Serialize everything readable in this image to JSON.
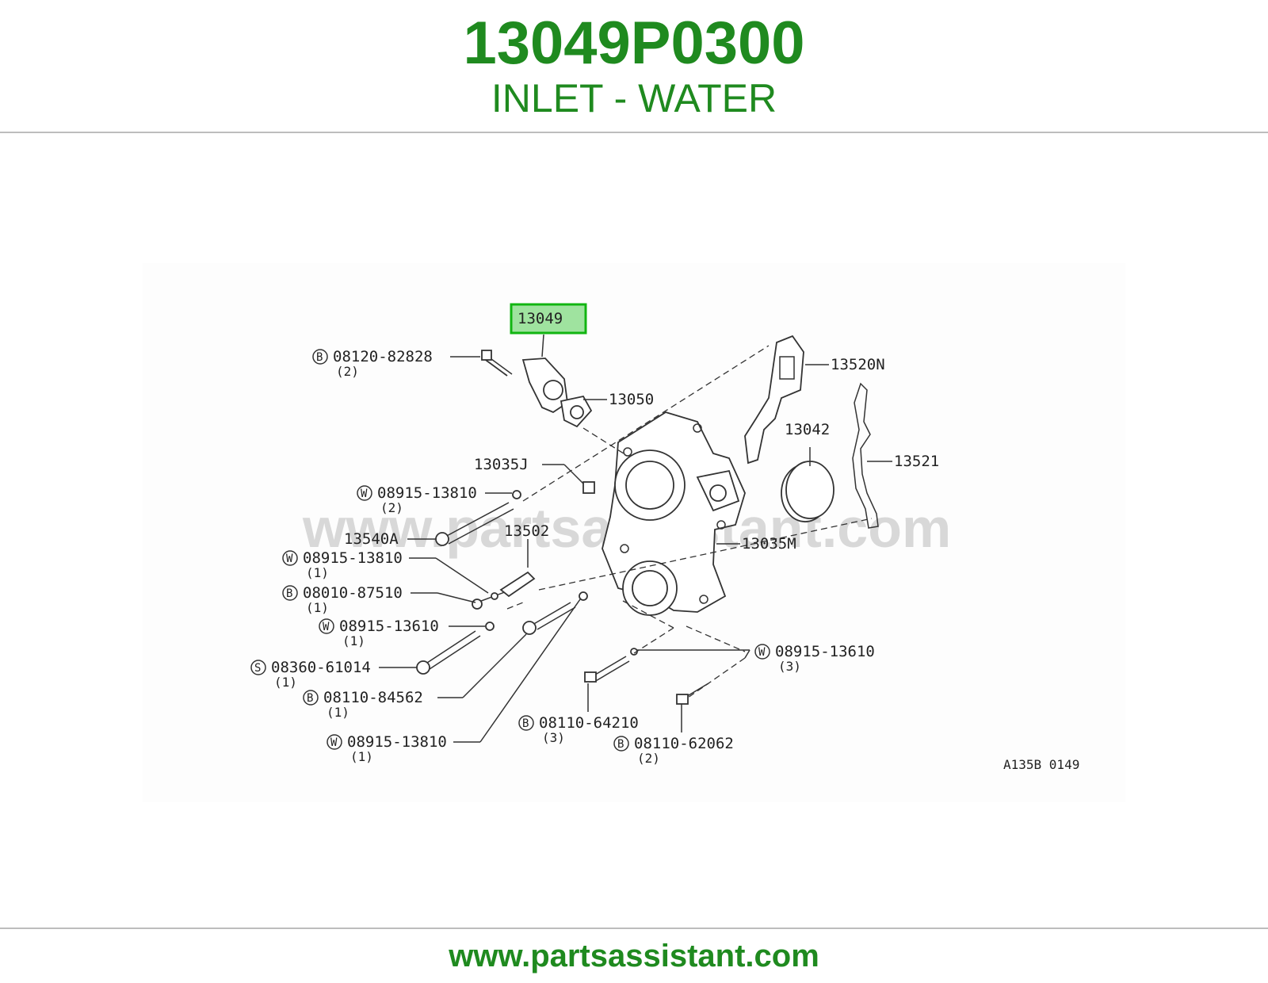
{
  "header": {
    "part_number": "13049P0300",
    "part_name": "INLET - WATER"
  },
  "diagram": {
    "highlighted_label": "13049",
    "watermark": "www.partsassistant.com",
    "drawing_code": "A135B 0149",
    "callouts": [
      {
        "prefix": "B",
        "number": "08120-82828",
        "qty": "(2)"
      },
      {
        "prefix": "",
        "number": "13050",
        "qty": ""
      },
      {
        "prefix": "",
        "number": "13520N",
        "qty": ""
      },
      {
        "prefix": "",
        "number": "13042",
        "qty": ""
      },
      {
        "prefix": "",
        "number": "13521",
        "qty": ""
      },
      {
        "prefix": "",
        "number": "13035J",
        "qty": ""
      },
      {
        "prefix": "W",
        "number": "08915-13810",
        "qty": "(2)"
      },
      {
        "prefix": "",
        "number": "13540A",
        "qty": ""
      },
      {
        "prefix": "",
        "number": "13502",
        "qty": ""
      },
      {
        "prefix": "",
        "number": "13035M",
        "qty": ""
      },
      {
        "prefix": "W",
        "number": "08915-13810",
        "qty": "(1)"
      },
      {
        "prefix": "B",
        "number": "08010-87510",
        "qty": "(1)"
      },
      {
        "prefix": "W",
        "number": "08915-13610",
        "qty": "(1)"
      },
      {
        "prefix": "S",
        "number": "08360-61014",
        "qty": "(1)"
      },
      {
        "prefix": "B",
        "number": "08110-84562",
        "qty": "(1)"
      },
      {
        "prefix": "W",
        "number": "08915-13810",
        "qty": "(1)"
      },
      {
        "prefix": "W",
        "number": "08915-13610",
        "qty": "(3)"
      },
      {
        "prefix": "B",
        "number": "08110-64210",
        "qty": "(3)"
      },
      {
        "prefix": "B",
        "number": "08110-62062",
        "qty": "(2)"
      }
    ]
  },
  "footer": {
    "url": "www.partsassistant.com"
  },
  "colors": {
    "brand_green": "#1f8a1f",
    "highlight_fill": "#9fe39f",
    "highlight_border": "#11b511"
  }
}
